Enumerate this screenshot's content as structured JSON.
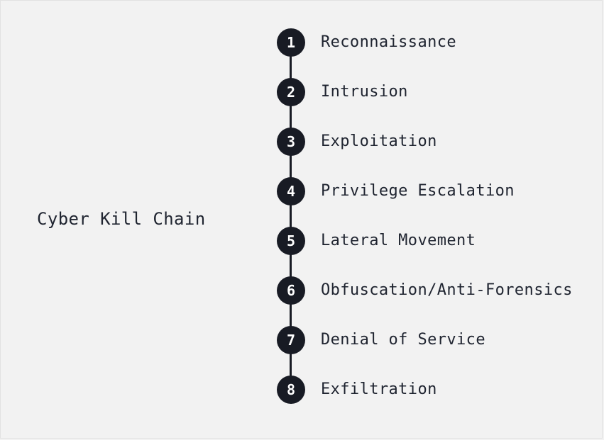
{
  "diagram": {
    "title": "Cyber Kill Chain",
    "steps": [
      {
        "number": "1",
        "label": "Reconnaissance"
      },
      {
        "number": "2",
        "label": "Intrusion"
      },
      {
        "number": "3",
        "label": "Exploitation"
      },
      {
        "number": "4",
        "label": "Privilege Escalation"
      },
      {
        "number": "5",
        "label": "Lateral Movement"
      },
      {
        "number": "6",
        "label": "Obfuscation/Anti-Forensics"
      },
      {
        "number": "7",
        "label": "Denial of Service"
      },
      {
        "number": "8",
        "label": "Exfiltration"
      }
    ]
  },
  "colors": {
    "background": "#f2f2f2",
    "node": "#181b24",
    "text": "#1f2430",
    "node_text": "#ffffff"
  }
}
